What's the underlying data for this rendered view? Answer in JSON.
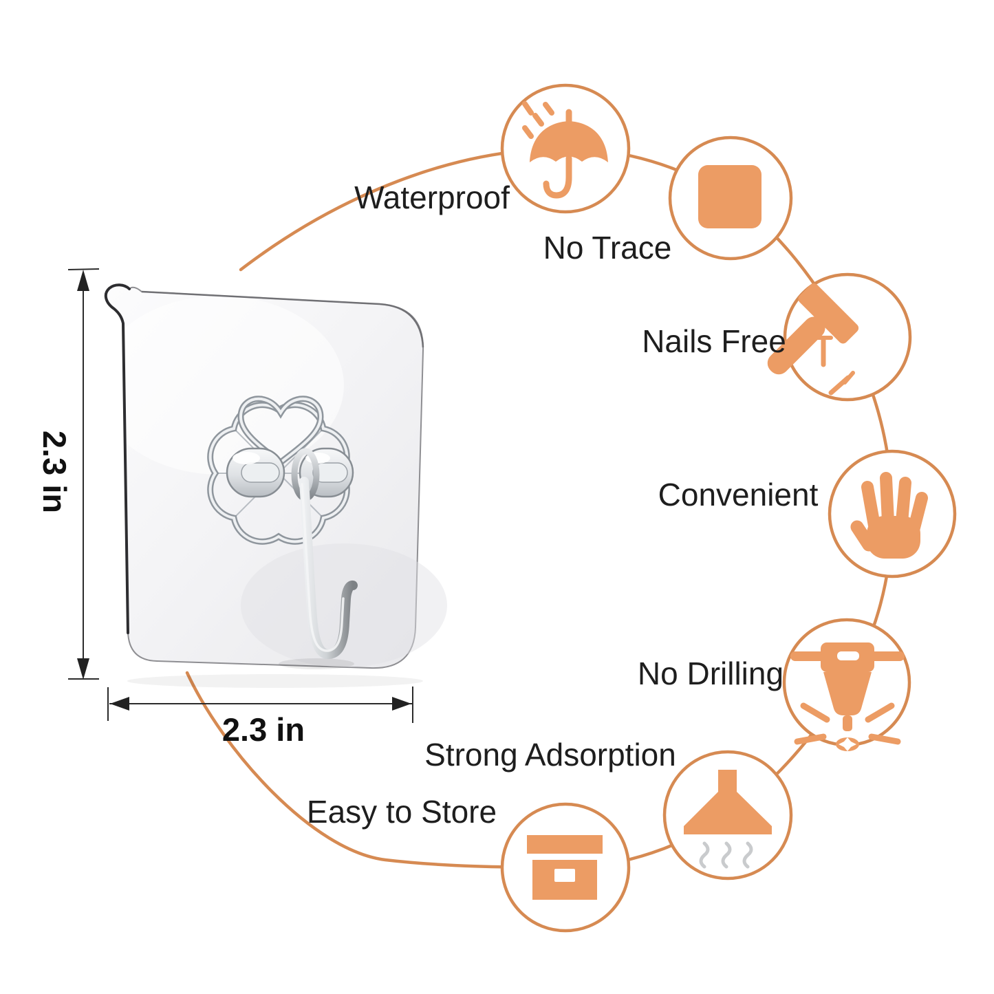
{
  "colors": {
    "accent_fill": "#EC9C64",
    "accent_stroke": "#D68A52",
    "text": "#1E1E1E",
    "metal": "#9AA0A6"
  },
  "features": [
    {
      "label": "Waterproof",
      "icon": "umbrella-rain-icon"
    },
    {
      "label": "No Trace",
      "icon": "adhesive-pad-icon"
    },
    {
      "label": "Nails Free",
      "icon": "hammer-nails-icon"
    },
    {
      "label": "Convenient",
      "icon": "open-hand-icon"
    },
    {
      "label": "No Drilling",
      "icon": "jackhammer-icon"
    },
    {
      "label": "Strong Adsorption",
      "icon": "range-hood-icon"
    },
    {
      "label": "Easy to Store",
      "icon": "storage-box-icon"
    }
  ],
  "dimensions": {
    "height_label": "2.3 in",
    "width_label": "2.3 in"
  }
}
